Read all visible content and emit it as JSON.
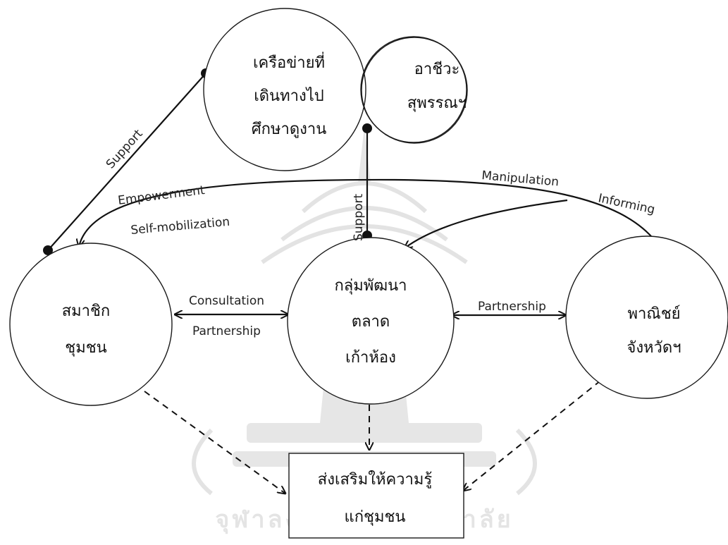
{
  "nodes": {
    "network": {
      "line1": "เครือข่ายที่",
      "line2": "เดินทางไป",
      "line3": "ศึกษาดูงาน"
    },
    "occupation": {
      "line1": "อาชีวะ",
      "line2": "สุพรรณฯ"
    },
    "members": {
      "line1": "สมาชิก",
      "line2": "ชุมชน"
    },
    "dev_group": {
      "line1": "กลุ่มพัฒนา",
      "line2": "ตลาด",
      "line3": "เก้าห้อง"
    },
    "commerce": {
      "line1": "พาณิชย์",
      "line2": "จังหวัดฯ"
    }
  },
  "target_box": {
    "line1": "ส่งเสริมให้ความรู้",
    "line2": "แก่ชุมชน"
  },
  "edge_labels": {
    "support_left": "Support",
    "support_center": "Support",
    "empowerment": "Empowerment",
    "self_mobilization": "Self-mobilization",
    "manipulation": "Manipulation",
    "informing": "Informing",
    "consultation": "Consultation",
    "partnership_left": "Partnership",
    "partnership_right": "Partnership"
  },
  "watermark": {
    "text": "จุฬาลงกรณ์มหาวิทยาลัย"
  }
}
